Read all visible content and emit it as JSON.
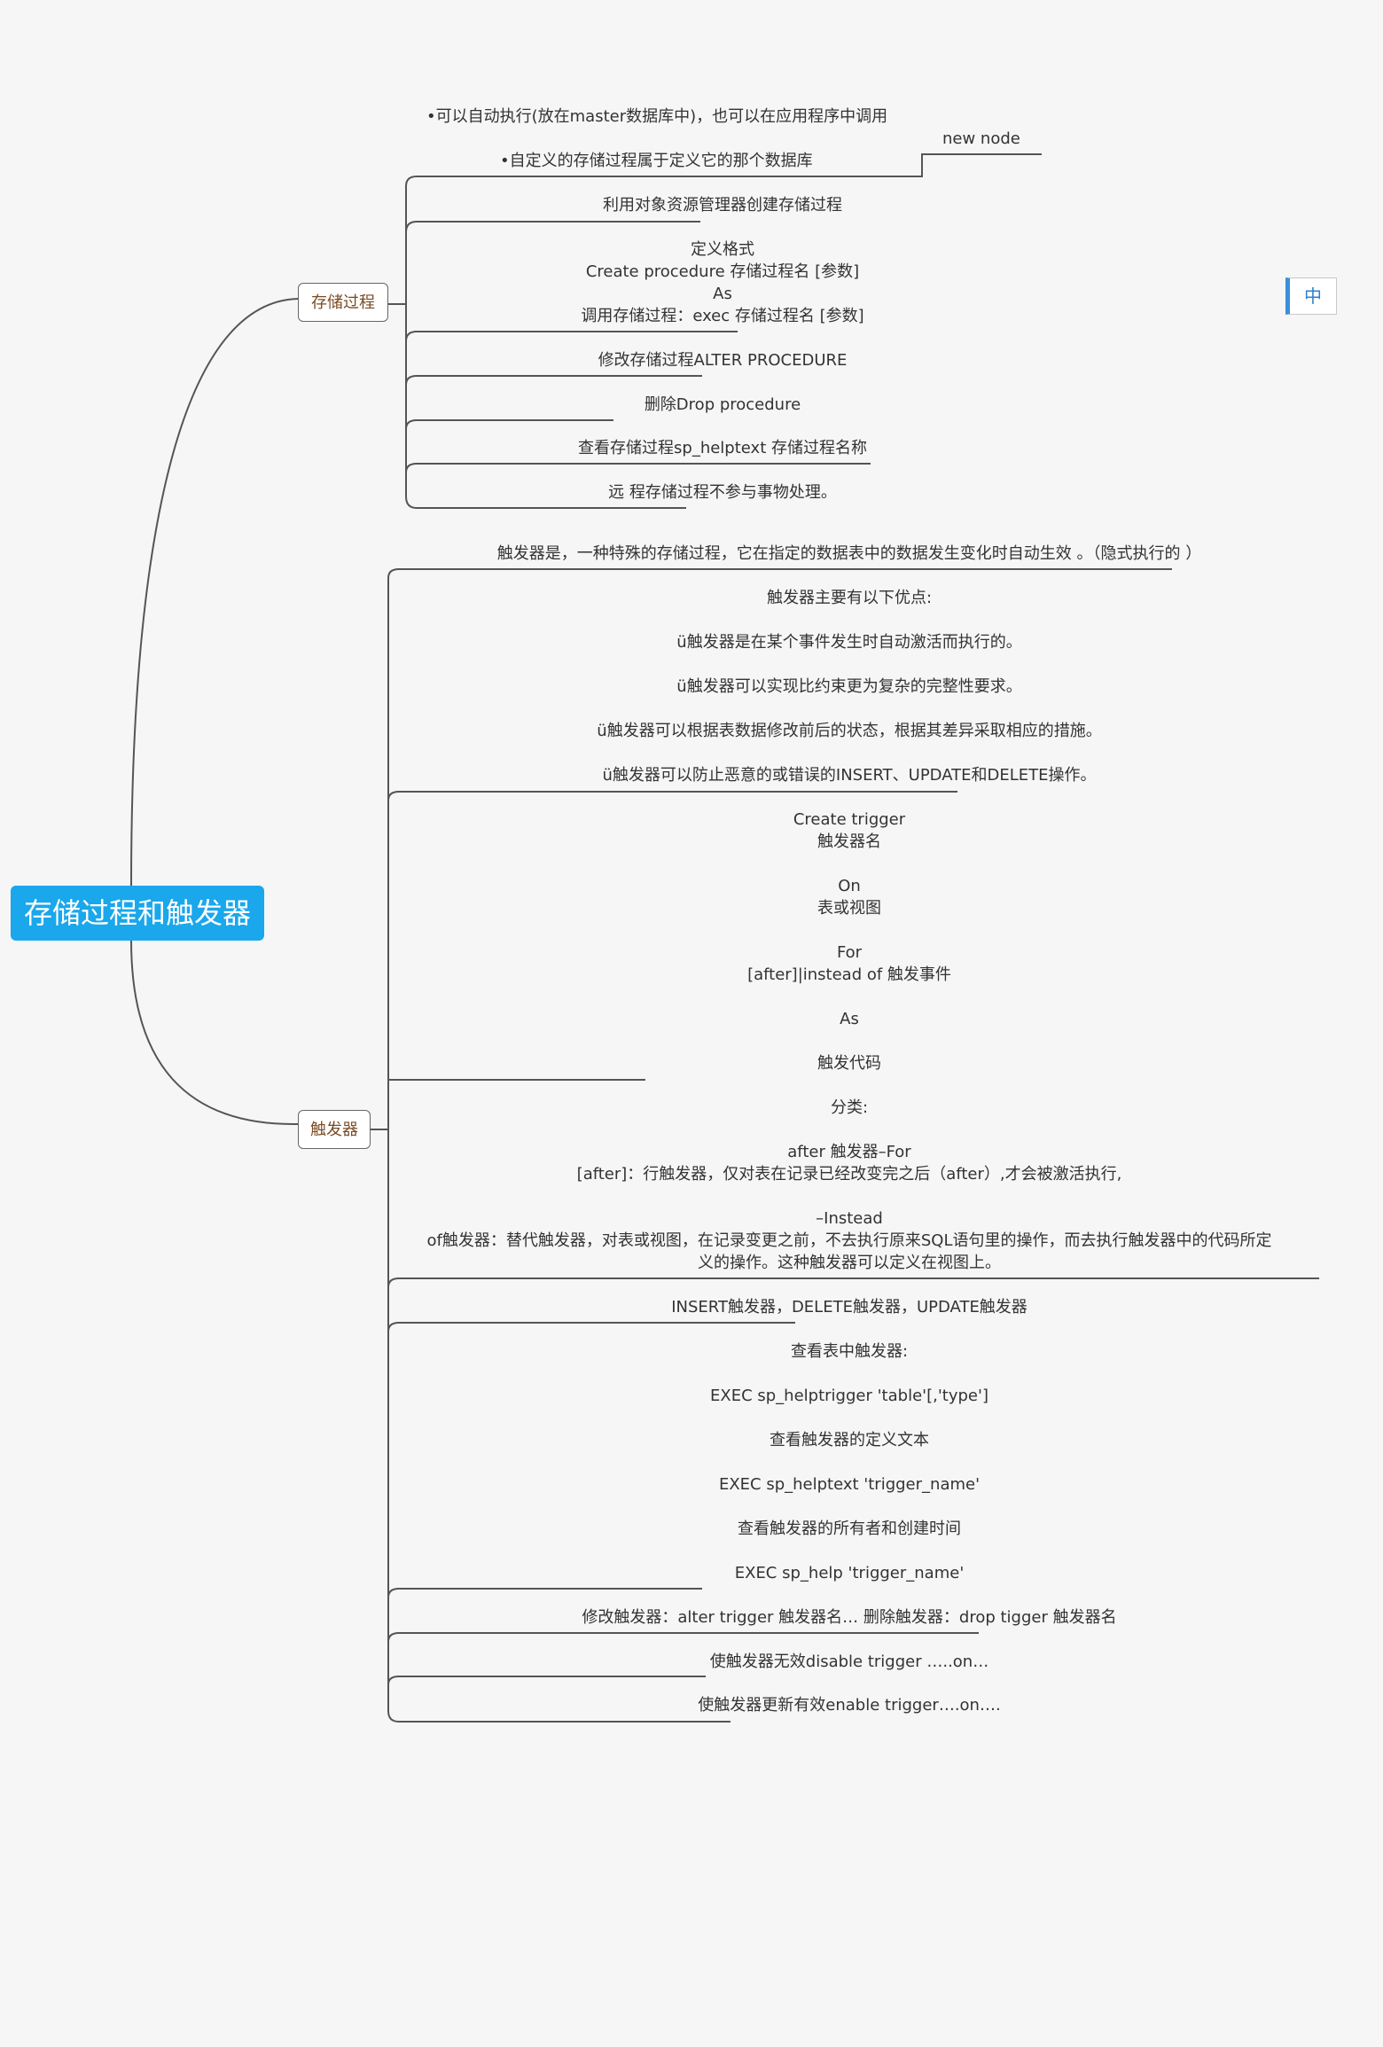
{
  "root": {
    "label": "存储过程和触发器"
  },
  "branches": {
    "procedures": {
      "label": "存储过程",
      "floating": [
        "•可以自动执行(放在master数据库中)，也可以在应用程序中调用",
        "•自定义的存储过程属于定义它的那个数据库"
      ],
      "new_node": "new node",
      "children": [
        [
          "利用对象资源管理器创建存储过程"
        ],
        [
          "定义格式",
          "Create procedure 存储过程名 [参数]",
          "As",
          "调用存储过程：exec 存储过程名 [参数]"
        ],
        [
          "修改存储过程ALTER PROCEDURE"
        ],
        [
          "删除Drop  procedure"
        ],
        [
          "查看存储过程sp_helptext 存储过程名称"
        ],
        [
          "远 程存储过程不参与事物处理。"
        ]
      ]
    },
    "triggers": {
      "label": "触发器",
      "children": [
        [
          "触发器是，一种特殊的存储过程，它在指定的数据表中的数据发生变化时自动生效 。（隐式执行的 ）"
        ],
        [
          "触发器主要有以下优点:",
          "",
          "ü触发器是在某个事件发生时自动激活而执行的。",
          "",
          "ü触发器可以实现比约束更为复杂的完整性要求。",
          "",
          "ü触发器可以根据表数据修改前后的状态，根据其差异采取相应的措施。",
          "",
          "ü触发器可以防止恶意的或错误的INSERT、UPDATE和DELETE操作。"
        ],
        [
          "Create   trigger",
          "触发器名",
          "",
          "On",
          "表或视图",
          "",
          "For",
          "[after]|instead  of  触发事件",
          "",
          "As",
          "",
          "触发代码"
        ],
        [
          "分类:",
          "",
          "after 触发器–For",
          "[after]：行触发器，仅对表在记录已经改变完之后（after）,才会被激活执行,",
          "",
          "–Instead",
          "of触发器：替代触发器，对表或视图，在记录变更之前，不去执行原来SQL语句里的操作，而去执行触发器中的代码所定",
          "义的操作。这种触发器可以定义在视图上。"
        ],
        [
          "INSERT触发器，DELETE触发器，UPDATE触发器"
        ],
        [
          "查看表中触发器:",
          "",
          "EXEC sp_helptrigger 'table'[,'type']",
          "",
          "查看触发器的定义文本",
          "",
          "EXEC sp_helptext 'trigger_name'",
          "",
          "查看触发器的所有者和创建时间",
          "",
          "EXEC sp_help 'trigger_name'"
        ],
        [
          "修改触发器：alter trigger 触发器名… 删除触发器：drop tigger 触发器名"
        ],
        [
          "使触发器无效disable trigger …..on…"
        ],
        [
          "使触发器更新有效enable trigger….on…."
        ]
      ]
    }
  },
  "toolbar": {
    "lang_label": "中"
  },
  "colors": {
    "root": "#1aa7ec",
    "branch_text": "#7b4a22",
    "line": "#555555",
    "lang_accent": "#3a8fd9"
  }
}
